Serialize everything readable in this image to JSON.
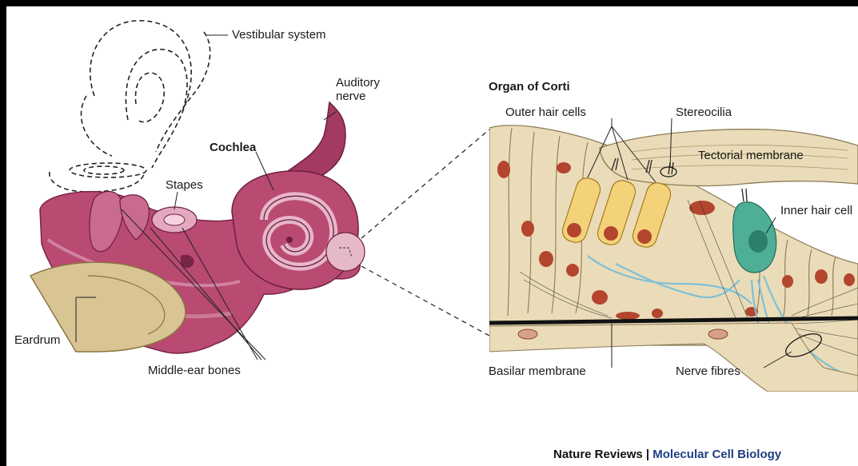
{
  "labels": {
    "vestibular_system": "Vestibular system",
    "auditory_nerve_line1": "Auditory",
    "auditory_nerve_line2": "nerve",
    "cochlea": "Cochlea",
    "stapes": "Stapes",
    "eardrum": "Eardrum",
    "middle_ear_bones": "Middle-ear bones",
    "organ_of_corti": "Organ of Corti",
    "outer_hair_cells": "Outer hair cells",
    "stereocilia": "Stereocilia",
    "tectorial_membrane": "Tectorial membrane",
    "inner_hair_cell": "Inner hair cell",
    "basilar_membrane": "Basilar membrane",
    "nerve_fibres": "Nerve fibres"
  },
  "credit": {
    "publisher": "Nature Reviews",
    "separator": " | ",
    "journal": "Molecular Cell Biology"
  },
  "colors": {
    "ear_tissue": "#b94a72",
    "ear_tissue_light": "#d99bb2",
    "ear_tissue_dark": "#8e2d52",
    "eardrum": "#d9c493",
    "cell_body": "#eadcb8",
    "outer_hair_cell": "#f3d27a",
    "inner_hair_cell": "#4fae96",
    "nucleus": "#b4452f",
    "fibre_blue": "#7fc0d6",
    "credit_journal": "#1f3f82"
  }
}
